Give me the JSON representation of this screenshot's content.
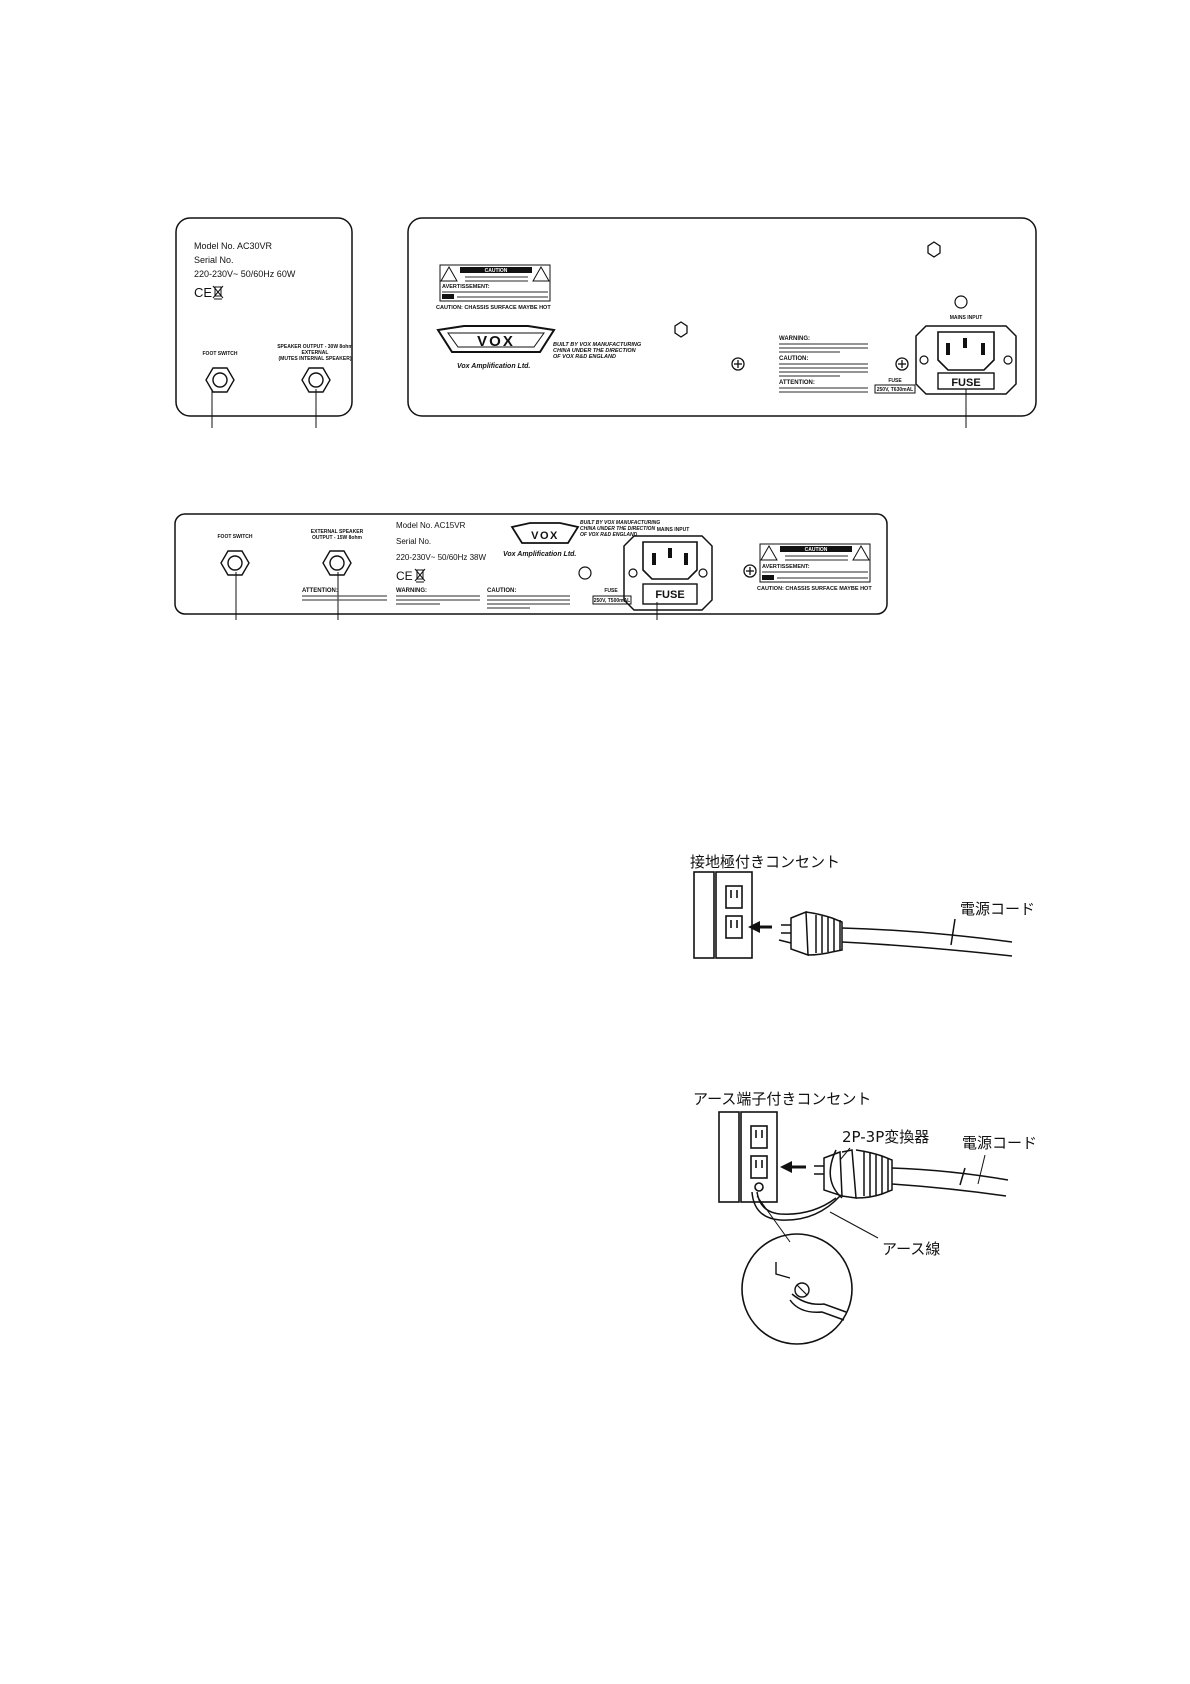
{
  "ac30_side_panel": {
    "model": "Model No.  AC30VR",
    "serial": "Serial No.",
    "rating": "220-230V~  50/60Hz  60W",
    "ce_mark": "CE",
    "foot_switch": "FOOT SWITCH",
    "speaker_output_line1": "SPEAKER OUTPUT - 30W 8ohm",
    "speaker_output_line2": "EXTERNAL",
    "speaker_output_line3": "(MUTES INTERNAL SPEAKER)"
  },
  "ac30_rear_panel": {
    "caution_title": "CAUTION",
    "avertissement": "AVERTISSEMENT:",
    "caution_hot": "CAUTION: CHASSIS SURFACE MAYBE HOT",
    "logo": "VOX",
    "company": "Vox Amplification Ltd.",
    "built_line1": "BUILT BY VOX MANUFACTURING",
    "built_line2": "CHINA UNDER THE DIRECTION",
    "built_line3": "OF VOX R&D ENGLAND",
    "warning_title": "WARNING:",
    "caution_label": "CAUTION:",
    "attention_label": "ATTENTION:",
    "fuse_label": "FUSE",
    "fuse_rating": "250V, T630mAL",
    "mains_input": "MAINS INPUT",
    "fuse_text": "FUSE"
  },
  "ac15_rear_panel": {
    "foot_switch": "FOOT SWITCH",
    "ext_speaker_line1": "EXTERNAL SPEAKER",
    "ext_speaker_line2": "OUTPUT - 15W 8ohm",
    "model": "Model No.  AC15VR",
    "serial": "Serial No.",
    "rating": "220-230V~  50/60Hz  38W",
    "ce_mark": "CE",
    "logo": "VOX",
    "company": "Vox Amplification Ltd.",
    "built_line1": "BUILT BY VOX MANUFACTURING",
    "built_line2": "CHINA UNDER THE DIRECTION",
    "built_line3": "OF VOX R&D ENGLAND",
    "attention_label": "ATTENTION:",
    "warning_label": "WARNING:",
    "caution_label": "CAUTION:",
    "mains_input": "MAINS INPUT",
    "fuse_label": "FUSE",
    "fuse_rating": "250V, T500mAL",
    "fuse_text": "FUSE",
    "caution_title": "CAUTION",
    "avertissement": "AVERTISSEMENT:",
    "caution_hot": "CAUTION: CHASSIS SURFACE MAYBE HOT"
  },
  "outlet_grounded": {
    "title": "接地極付きコンセント",
    "power_cord": "電源コード"
  },
  "outlet_earth": {
    "title": "アース端子付きコンセント",
    "adapter": "2P-3P変換器",
    "power_cord": "電源コード",
    "earth_wire": "アース線"
  }
}
